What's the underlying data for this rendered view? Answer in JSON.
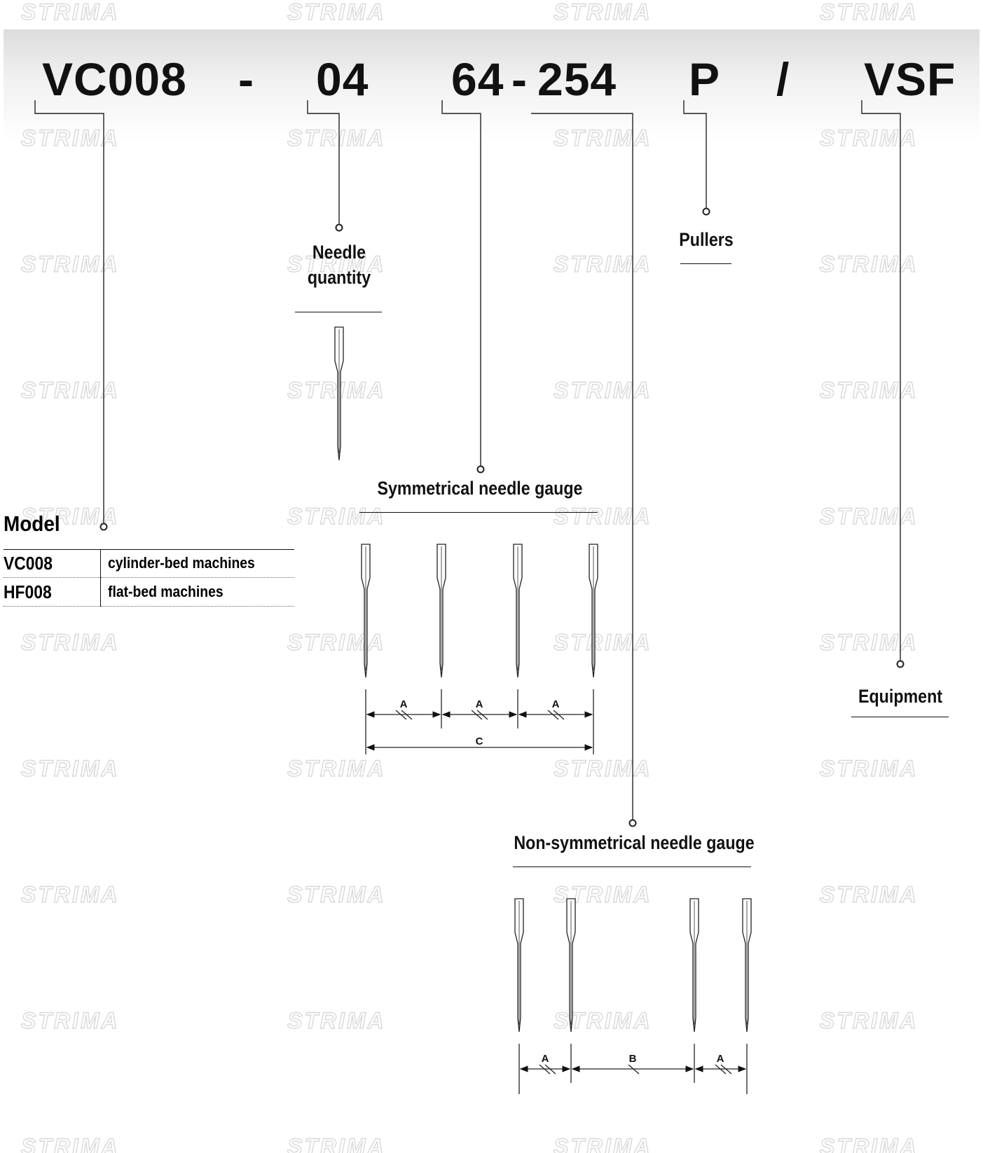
{
  "watermark": "STRIMA",
  "code_parts": {
    "model": "VC008",
    "dash1": "-",
    "needles": "04",
    "sym_gauge": "64",
    "dash2": "-",
    "nonsym_gauge": "254",
    "pullers": "P",
    "slash": "/",
    "equipment": "VSF"
  },
  "labels": {
    "needle_quantity_line1": "Needle",
    "needle_quantity_line2": "quantity",
    "pullers": "Pullers",
    "symmetrical": "Symmetrical needle gauge",
    "equipment": "Equipment",
    "nonsymmetrical": "Non-symmetrical needle gauge"
  },
  "model": {
    "title": "Model",
    "rows": [
      {
        "code": "VC008",
        "desc": "cylinder-bed machines"
      },
      {
        "code": "HF008",
        "desc": "flat-bed machines"
      }
    ]
  },
  "dimensions": {
    "sym_spacing": [
      "A",
      "A",
      "A"
    ],
    "sym_total": "C",
    "nonsym_spacing": [
      "A",
      "B",
      "A"
    ]
  }
}
